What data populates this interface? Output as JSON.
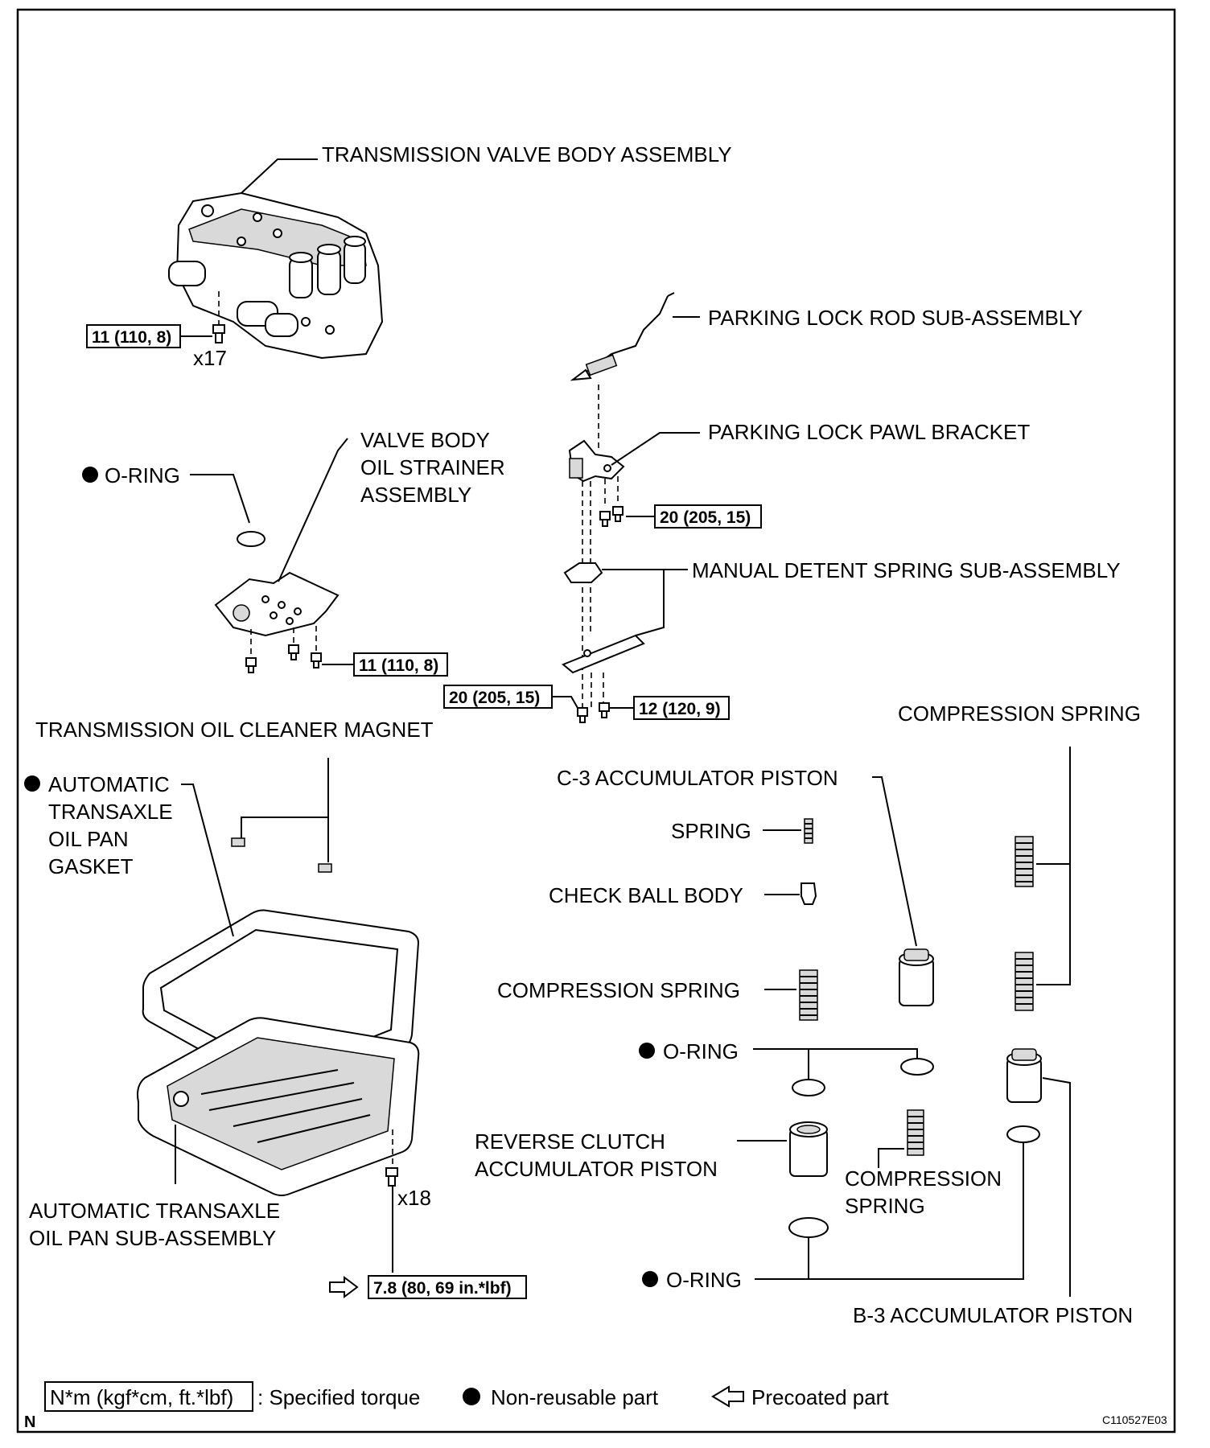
{
  "labels": {
    "valve_body": "TRANSMISSION VALVE BODY ASSEMBLY",
    "parking_rod": "PARKING LOCK ROD SUB-ASSEMBLY",
    "parking_bracket": "PARKING LOCK PAWL BRACKET",
    "manual_detent": "MANUAL DETENT SPRING SUB-ASSEMBLY",
    "strainer_1": "VALVE BODY",
    "strainer_2": "OIL STRAINER",
    "strainer_3": "ASSEMBLY",
    "oring_strainer": "O-RING",
    "magnet": "TRANSMISSION OIL CLEANER MAGNET",
    "gasket_1": "AUTOMATIC",
    "gasket_2": "TRANSAXLE",
    "gasket_3": "OIL PAN",
    "gasket_4": "GASKET",
    "pan_1": "AUTOMATIC TRANSAXLE",
    "pan_2": "OIL PAN SUB-ASSEMBLY",
    "compression_spring_right": "COMPRESSION SPRING",
    "c3_piston": "C-3 ACCUMULATOR PISTON",
    "spring": "SPRING",
    "check_ball": "CHECK BALL BODY",
    "compression_spring_left": "COMPRESSION SPRING",
    "oring_mid": "O-RING",
    "reverse_1": "REVERSE CLUTCH",
    "reverse_2": "ACCUMULATOR PISTON",
    "compression_spring_low_1": "COMPRESSION",
    "compression_spring_low_2": "SPRING",
    "oring_bottom": "O-RING",
    "b3_piston": "B-3 ACCUMULATOR PISTON"
  },
  "torques": {
    "valve_body_bolts": "11 (110, 8)",
    "strainer_bolts": "11 (110, 8)",
    "bracket_bolts": "20 (205, 15)",
    "detent_bolt": "20 (205, 15)",
    "detent_bolt_2": "12 (120, 9)",
    "oil_pan_bolts": "7.8 (80, 69 in.*lbf)"
  },
  "quantities": {
    "valve_body_bolts": "x17",
    "oil_pan_bolts": "x18"
  },
  "legend": {
    "torque_box": "N*m (kgf*cm, ft.*lbf)",
    "torque_text": ": Specified torque",
    "nonreusable": "Non-reusable part",
    "precoated": "Precoated part"
  },
  "footer": {
    "left_code": "N",
    "figure_id": "C110527E03"
  }
}
